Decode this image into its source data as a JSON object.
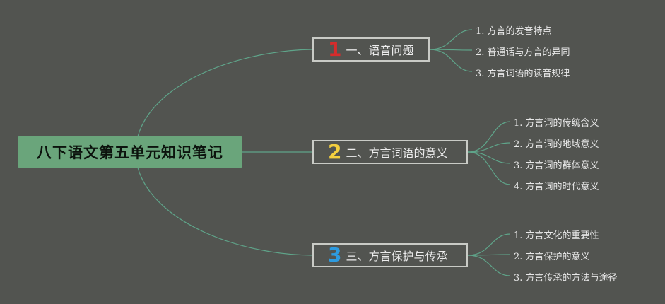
{
  "root": {
    "title": "八下语文第五单元知识笔记"
  },
  "branches": [
    {
      "num": "1",
      "num_color": "#d62c2c",
      "title": "一、语音问题",
      "items": [
        "1. 方言的发音特点",
        "2. 普通话与方言的异同",
        "3. 方言词语的读音规律"
      ]
    },
    {
      "num": "2",
      "num_color": "#f3cf3f",
      "title": "二、方言词语的意义",
      "items": [
        "1. 方言词的传统含义",
        "2. 方言词的地域意义",
        "3. 方言词的群体意义",
        "4. 方言词的时代意义"
      ]
    },
    {
      "num": "3",
      "num_color": "#2d9be0",
      "title": "三、方言保护与传承",
      "items": [
        "1. 方言文化的重要性",
        "2. 方言保护的意义",
        "3. 方言传承的方法与途径"
      ]
    }
  ],
  "colors": {
    "background": "#525450",
    "root_fill": "#6aa57b",
    "link": "#5fa58a",
    "box_border": "#c9cbc6"
  }
}
